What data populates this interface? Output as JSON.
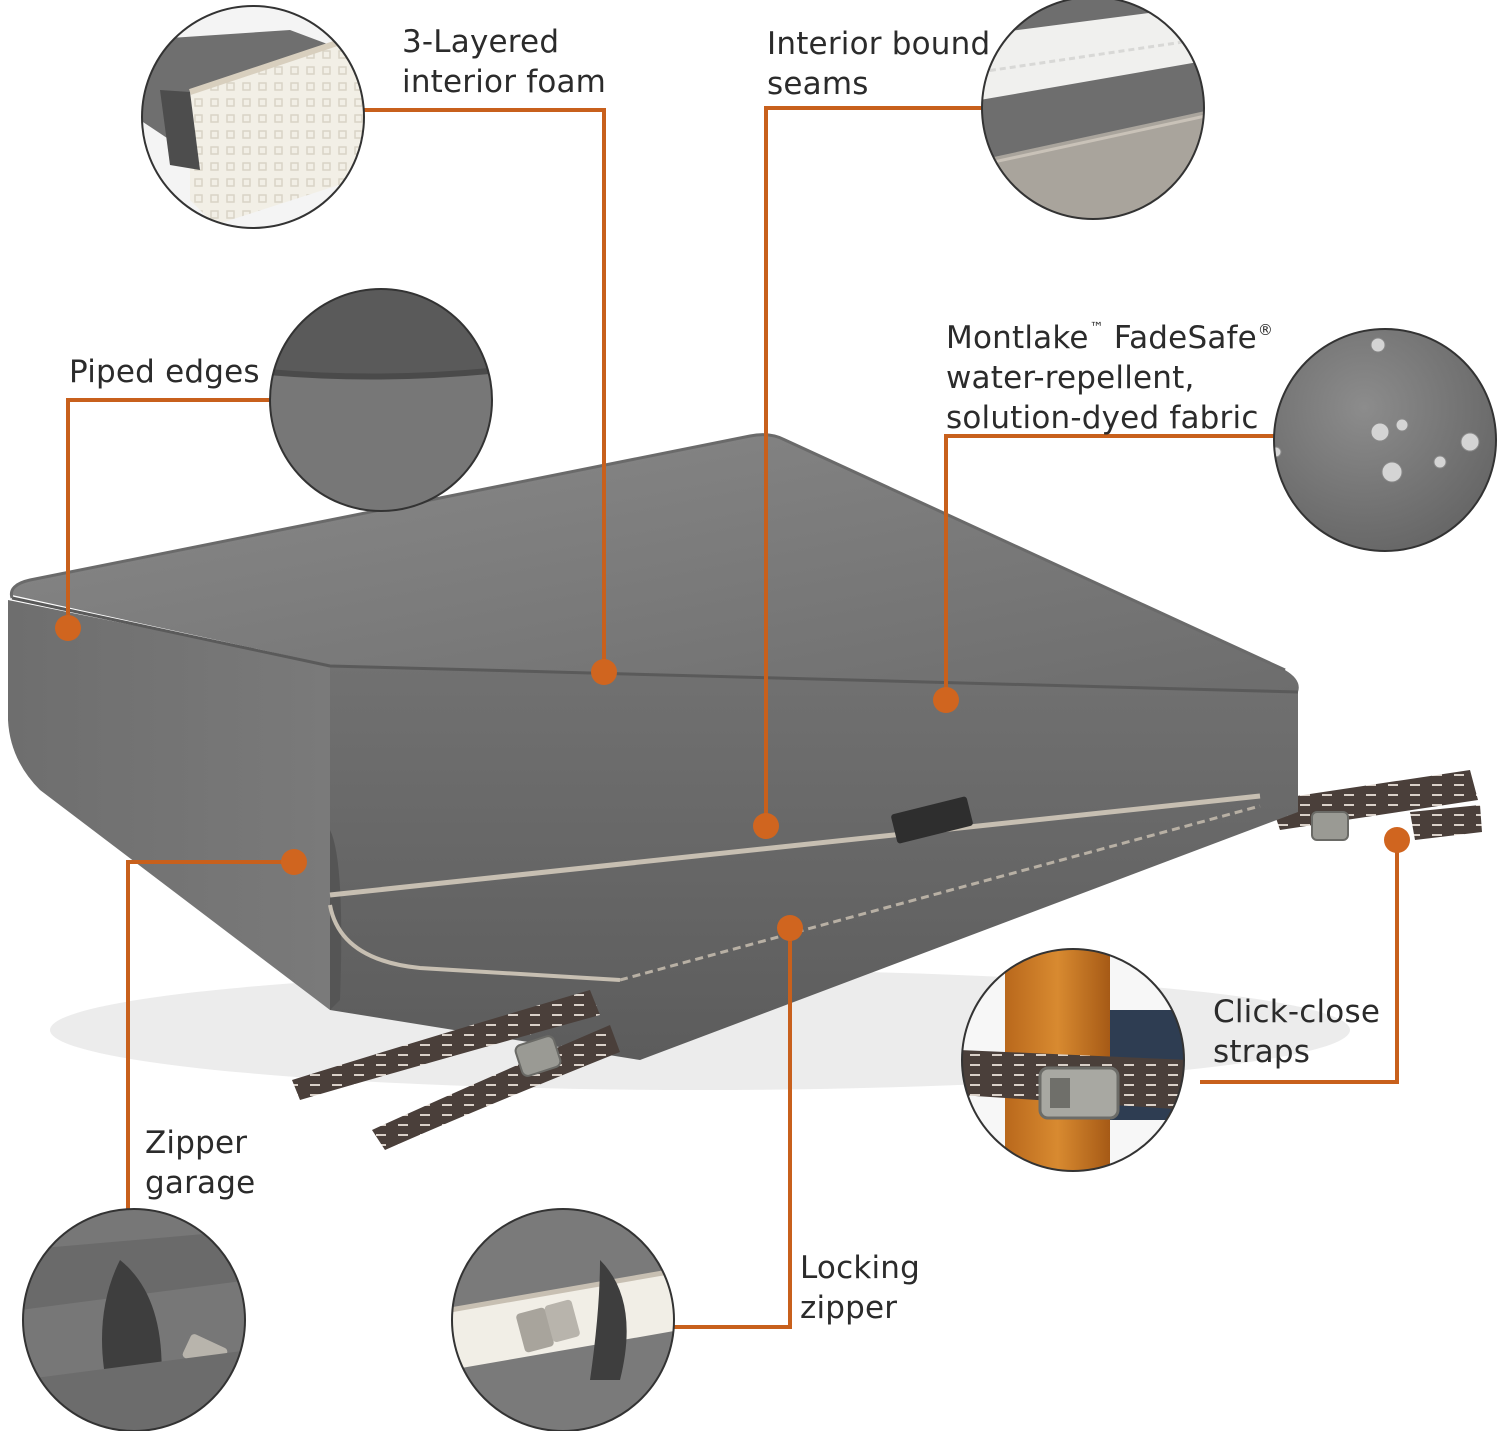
{
  "labels": {
    "foam": {
      "line1": "3-Layered",
      "line2": "interior foam"
    },
    "seams": {
      "line1": "Interior bound",
      "line2": "seams"
    },
    "piped": {
      "line1": "Piped edges"
    },
    "fabric": {
      "brand": "Montlake",
      "brand_mark": "™",
      "product": "FadeSafe",
      "product_mark": "®",
      "line2": "water-repellent,",
      "line3": "solution-dyed fabric"
    },
    "straps": {
      "line1": "Click-close",
      "line2": "straps"
    },
    "garage": {
      "line1": "Zipper",
      "line2": "garage"
    },
    "zipper": {
      "line1": "Locking",
      "line2": "zipper"
    }
  },
  "colors": {
    "accent": "#c8601c",
    "text": "#2b2b2b",
    "cushion": "#7a7a7a",
    "background": "#ffffff"
  }
}
